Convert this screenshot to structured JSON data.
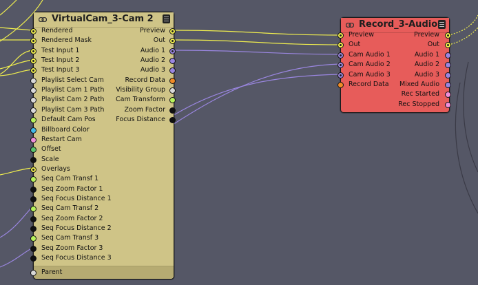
{
  "colors": {
    "background": "#555766",
    "virtualcam_node": "#cfc487",
    "record_node": "#e75c5a",
    "wire_video": "#f1ef4e",
    "wire_audio": "#9a86e0",
    "wire_dark": "#3a3a46"
  },
  "virtualcam": {
    "title": "VirtualCam_3-Cam 2",
    "icon": "link-icon",
    "menu_icon": "hamburger-menu-icon",
    "inputs": [
      {
        "label": "Rendered",
        "color": "#f1ef4e",
        "connected": true
      },
      {
        "label": "Rendered Mask",
        "color": "#f1ef4e",
        "connected": true
      },
      {
        "label": "Test Input 1",
        "color": "#f1ef4e",
        "connected": true
      },
      {
        "label": "Test Input 2",
        "color": "#f1ef4e",
        "connected": true
      },
      {
        "label": "Test Input 3",
        "color": "#f1ef4e",
        "connected": true
      },
      {
        "label": "Playlist Select Cam",
        "color": "#d8d8d8",
        "connected": false
      },
      {
        "label": "Playlist Cam 1 Path",
        "color": "#d8d8d8",
        "connected": false
      },
      {
        "label": "Playlist Cam 2 Path",
        "color": "#d8d8d8",
        "connected": false
      },
      {
        "label": "Playlist Cam 3 Path",
        "color": "#d8d8d8",
        "connected": false
      },
      {
        "label": "Default Cam Pos",
        "color": "#b7f25c",
        "connected": false
      },
      {
        "label": "Billboard Color",
        "color": "#45b9e6",
        "connected": false
      },
      {
        "label": "Restart Cam",
        "color": "#ef8fd9",
        "connected": false
      },
      {
        "label": "Offset",
        "color": "#5cc46c",
        "connected": false
      },
      {
        "label": "Scale",
        "color": "#111111",
        "connected": false
      },
      {
        "label": "Overlays",
        "color": "#f1ef4e",
        "connected": true
      },
      {
        "label": "Seq Cam Transf 1",
        "color": "#b7f25c",
        "connected": false
      },
      {
        "label": "Seq Zoom Factor 1",
        "color": "#111111",
        "connected": false
      },
      {
        "label": "Seq Focus Distance 1",
        "color": "#111111",
        "connected": false
      },
      {
        "label": "Seq Cam Transf 2",
        "color": "#b7f25c",
        "connected": false
      },
      {
        "label": "Seq Zoom Factor 2",
        "color": "#111111",
        "connected": false
      },
      {
        "label": "Seq Focus Distance 2",
        "color": "#111111",
        "connected": false
      },
      {
        "label": "Seq Cam Transf 3",
        "color": "#b7f25c",
        "connected": false
      },
      {
        "label": "Seq Zoom Factor 3",
        "color": "#111111",
        "connected": false
      },
      {
        "label": "Seq Focus Distance 3",
        "color": "#111111",
        "connected": false
      }
    ],
    "outputs": [
      {
        "label": "Preview",
        "color": "#f1ef4e",
        "connected": true
      },
      {
        "label": "Out",
        "color": "#f1ef4e",
        "connected": true
      },
      {
        "label": "Audio 1",
        "color": "#9a86e0",
        "connected": true
      },
      {
        "label": "Audio 2",
        "color": "#9a86e0",
        "connected": false
      },
      {
        "label": "Audio 3",
        "color": "#9a86e0",
        "connected": false
      },
      {
        "label": "Record Data",
        "color": "#f08a26",
        "connected": false
      },
      {
        "label": "Visibility Group",
        "color": "#d8d8d8",
        "connected": false
      },
      {
        "label": "Cam Transform",
        "color": "#b7f25c",
        "connected": false
      },
      {
        "label": "Zoom Factor",
        "color": "#111111",
        "connected": false
      },
      {
        "label": "Focus Distance",
        "color": "#111111",
        "connected": false
      }
    ],
    "parent": {
      "label": "Parent",
      "color": "#d8d8d8",
      "connected": false
    }
  },
  "record": {
    "title": "Record_3-Audio",
    "icon": "link-icon",
    "menu_icon": "hamburger-menu-icon",
    "inputs": [
      {
        "label": "Preview",
        "color": "#f1ef4e",
        "connected": true
      },
      {
        "label": "Out",
        "color": "#f1ef4e",
        "connected": true
      },
      {
        "label": "Cam Audio 1",
        "color": "#9a86e0",
        "connected": true
      },
      {
        "label": "Cam Audio 2",
        "color": "#9a86e0",
        "connected": true
      },
      {
        "label": "Cam Audio 3",
        "color": "#9a86e0",
        "connected": true
      },
      {
        "label": "Record Data",
        "color": "#f08a26",
        "connected": false
      }
    ],
    "outputs": [
      {
        "label": "Preview",
        "color": "#f1ef4e",
        "connected": true
      },
      {
        "label": "Out",
        "color": "#f1ef4e",
        "connected": true
      },
      {
        "label": "Audio 1",
        "color": "#9a86e0",
        "connected": false
      },
      {
        "label": "Audio 2",
        "color": "#9a86e0",
        "connected": false
      },
      {
        "label": "Audio 3",
        "color": "#9a86e0",
        "connected": false
      },
      {
        "label": "Mixed Audio",
        "color": "#9a86e0",
        "connected": false
      },
      {
        "label": "Rec Started",
        "color": "#ef8fd9",
        "connected": false
      },
      {
        "label": "Rec Stopped",
        "color": "#ef8fd9",
        "connected": false
      }
    ]
  }
}
